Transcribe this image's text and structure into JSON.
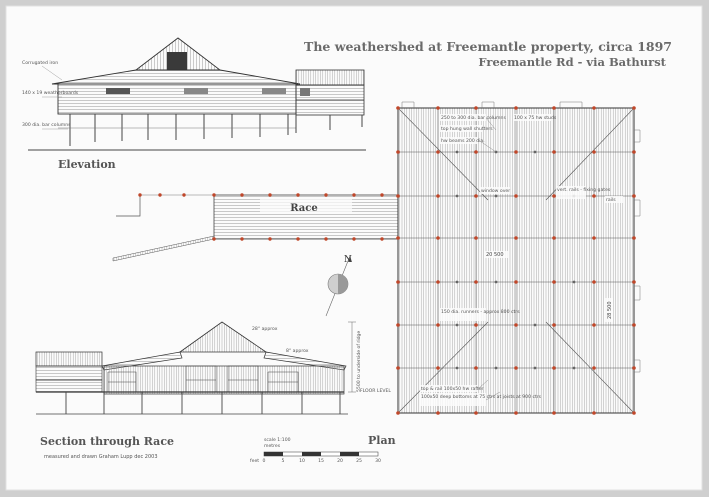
{
  "title": {
    "line1": "The weathershed at Freemantle property, circa 1897",
    "line2": "Freemantle Rd - via Bathurst"
  },
  "views": {
    "elevation": "Elevation",
    "section": "Section through Race",
    "plan": "Plan",
    "race": "Race"
  },
  "elevation_notes": {
    "roof": "Corrugated iron",
    "walls": "140 x 19 weatherboards",
    "posts": "300 dia. bar columns"
  },
  "plan_notes": {
    "columns_a": "250 to 300 dia. bar columns",
    "studs": "100 x 75 hw studs",
    "shutters": "top hung wall shutters",
    "beams": "hw beams 200 dia.",
    "window": "window over",
    "rails": "vert. rails - fixing gates",
    "rails_short": "rails",
    "width": "20 500",
    "length": "28 500",
    "runners": "150 dia. runners - approx 800 ctrs",
    "top_rail": "top & rail 100x50 hw rafter",
    "bottom_rail": "100x50 deep bottoms at 75 ctrs at joists at 900 ctrs"
  },
  "section_notes": {
    "pitch1": "28° approx",
    "pitch2": "8° approx",
    "floor": "FLOOR LEVEL",
    "height": "5500 to underside of ridge"
  },
  "north": "N",
  "scale": {
    "label": "scale 1:100",
    "unit_metres": "metres",
    "unit_feet": "feet",
    "ticks": [
      "0",
      "5",
      "10",
      "15",
      "20",
      "25",
      "30"
    ]
  },
  "credit": "measured and drawn Graham Lupp dec 2003"
}
